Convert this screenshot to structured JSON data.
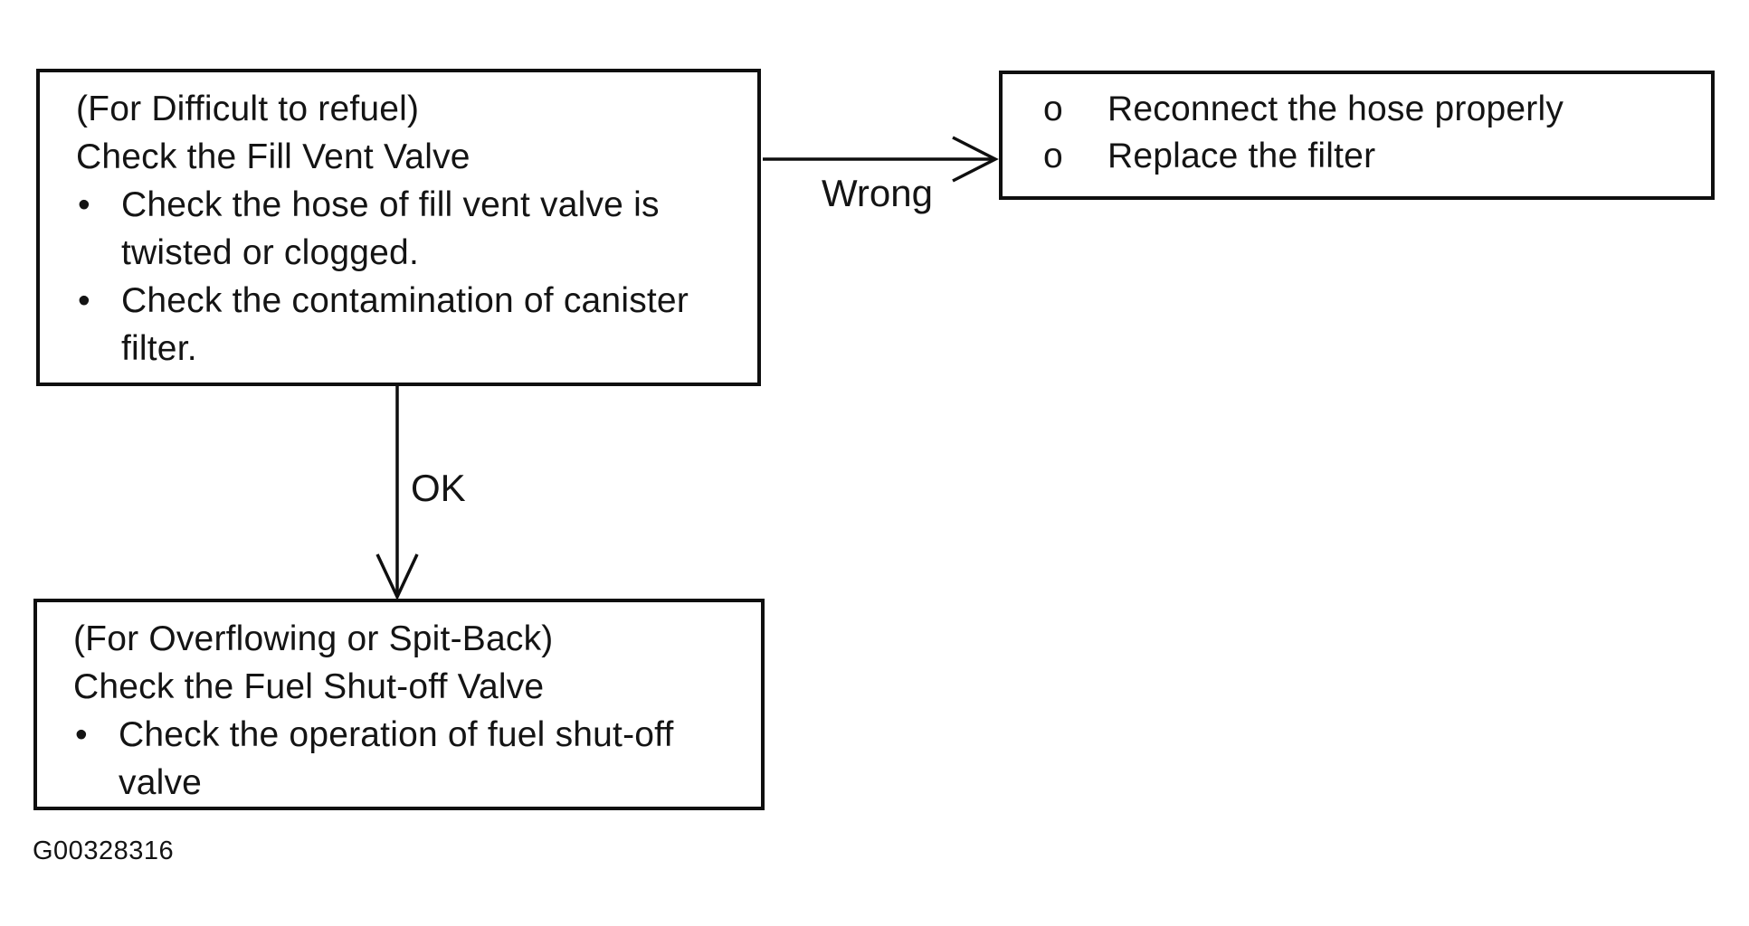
{
  "figure": {
    "caption": "G00328316",
    "background": "#ffffff",
    "ink": "#141414"
  },
  "nodes": [
    {
      "id": "check-fill-vent-valve",
      "heading": [
        "(For Difficult to refuel)",
        "Check the Fill Vent Valve"
      ],
      "bullets": [
        {
          "glyph": "•",
          "lines": [
            "Check the hose of fill vent valve is",
            "twisted or clogged."
          ]
        },
        {
          "glyph": "•",
          "lines": [
            "Check the contamination of canister",
            "filter."
          ]
        }
      ]
    },
    {
      "id": "wrong-remedies",
      "heading": [],
      "bullets": [
        {
          "glyph": "o",
          "lines": [
            "Reconnect the hose properly"
          ]
        },
        {
          "glyph": "o",
          "lines": [
            "Replace the filter"
          ]
        }
      ]
    },
    {
      "id": "check-fuel-shut-off-valve",
      "heading": [
        "(For Overflowing or Spit-Back)",
        "Check the Fuel Shut-off Valve"
      ],
      "bullets": [
        {
          "glyph": "•",
          "lines": [
            "Check the operation of fuel shut-off",
            "valve"
          ]
        }
      ]
    }
  ],
  "connectors": [
    {
      "id": "wrong-arrow",
      "label": "Wrong"
    },
    {
      "id": "ok-arrow",
      "label": "OK"
    }
  ]
}
